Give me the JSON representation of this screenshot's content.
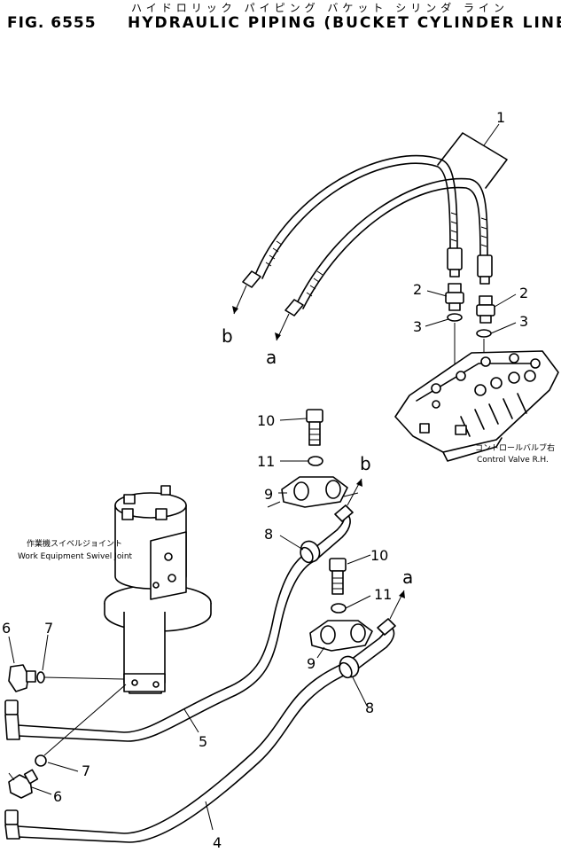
{
  "header": {
    "title_jp": "ハイドロリック パイピング バケット シリンダ ライン",
    "fig_label": "FIG. 6555",
    "title_en": "HYDRAULIC PIPING (BUCKET CYLINDER LINE)"
  },
  "notes": {
    "control_valve_jp": "コントロールバルブ右",
    "control_valve_en": "Control Valve R.H.",
    "swivel_jp": "作業機スイベルジョイント",
    "swivel_en": "Work Equipment Swivel Joint"
  },
  "callouts": {
    "c1": "1",
    "c2a": "2",
    "c2b": "2",
    "c3a": "3",
    "c3b": "3",
    "c4": "4",
    "c5": "5",
    "c6a": "6",
    "c6b": "6",
    "c7a": "7",
    "c7b": "7",
    "c8a": "8",
    "c8b": "8",
    "c9a": "9",
    "c9b": "9",
    "c10a": "10",
    "c10b": "10",
    "c11a": "11",
    "c11b": "11",
    "ref_a1": "a",
    "ref_b1": "b",
    "ref_a2": "a",
    "ref_b2": "b"
  }
}
